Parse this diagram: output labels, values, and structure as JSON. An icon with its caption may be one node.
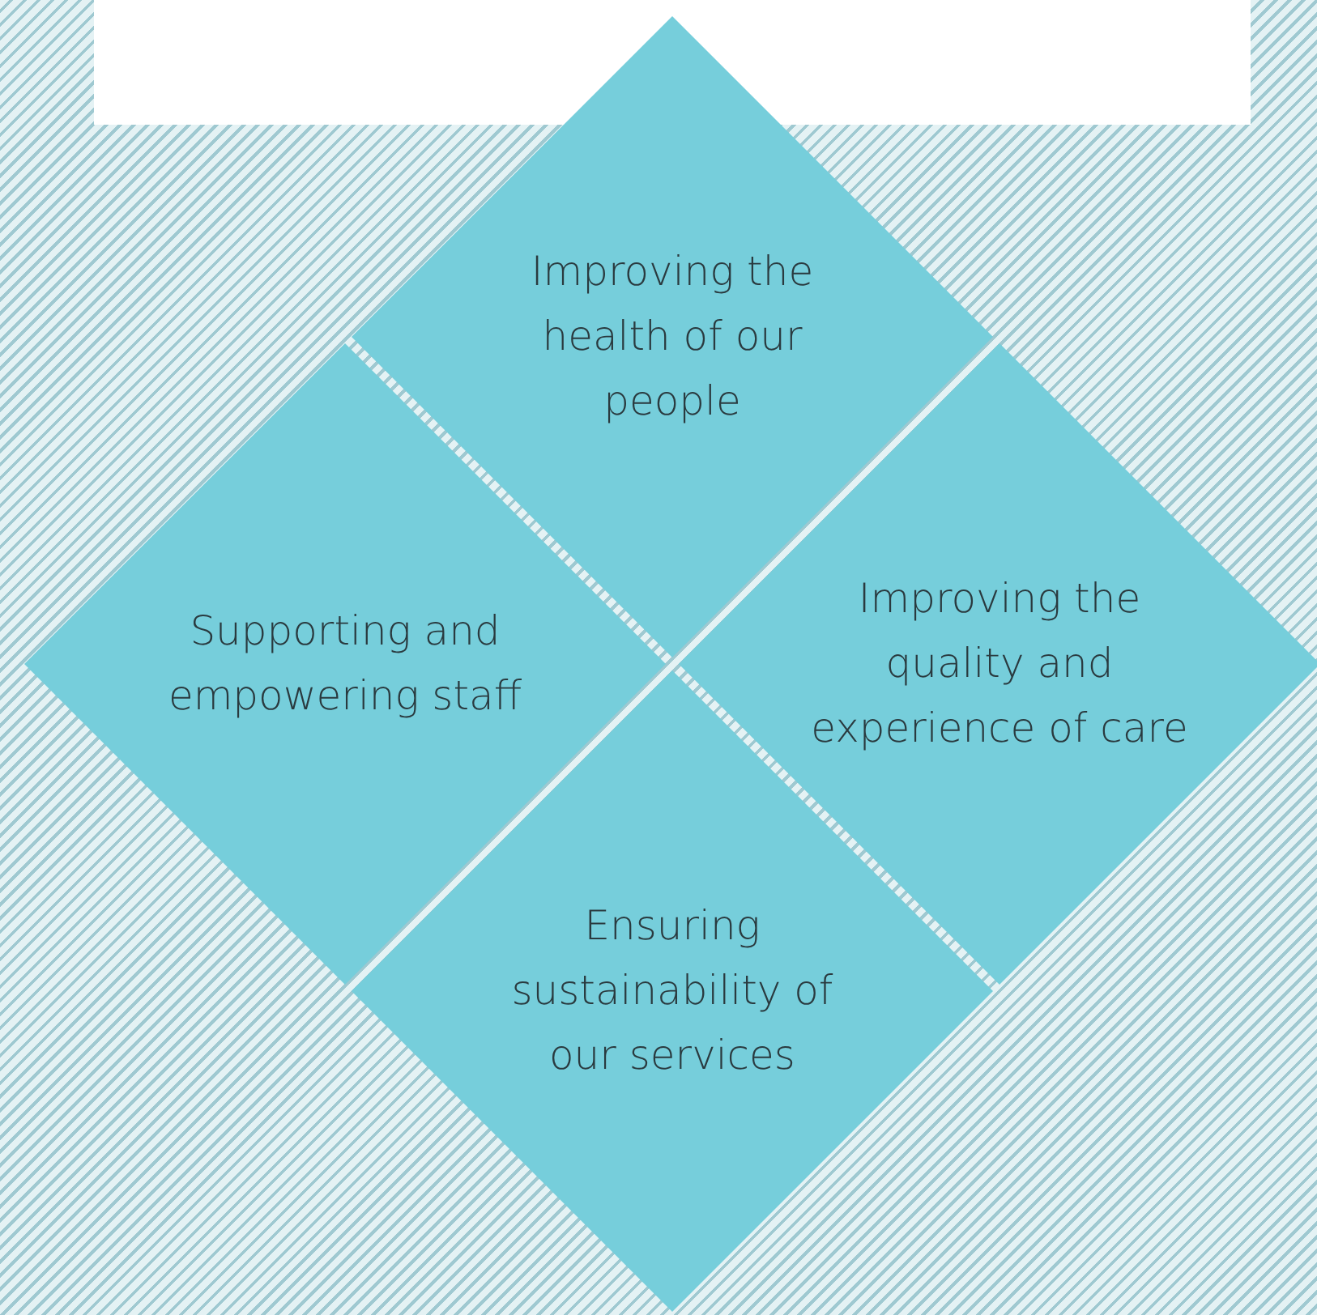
{
  "diagram": {
    "nodes": [
      {
        "text": [
          "Improving the health of our people"
        ]
      },
      {
        "text": [
          "Supporting and empowering staff"
        ]
      },
      {
        "text": [
          "Improving the quality and experience of care"
        ]
      },
      {
        "text": [
          "Ensuring sustainability of our services"
        ]
      }
    ]
  }
}
